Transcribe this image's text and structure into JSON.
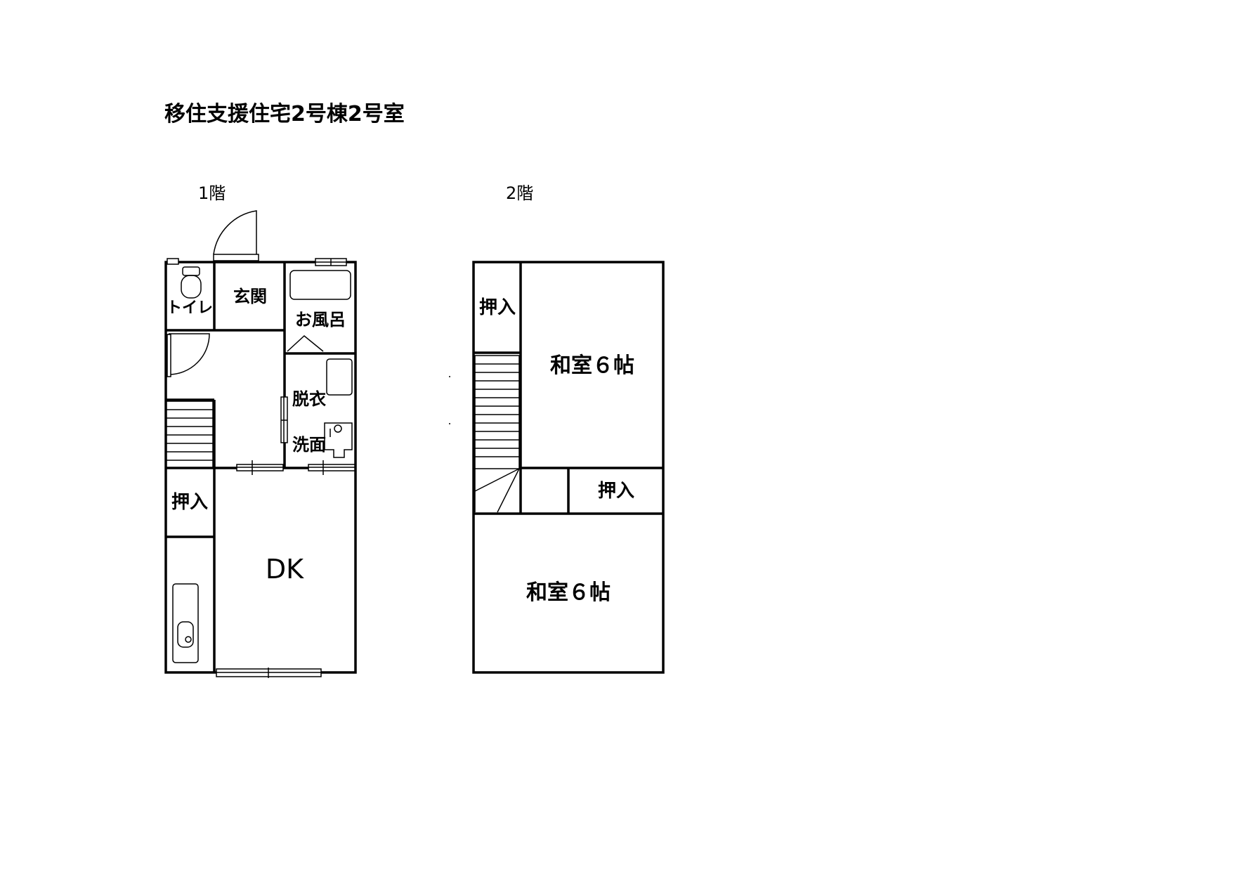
{
  "title": "移住支援住宅2号棟2号室",
  "floors": [
    {
      "label": "1階",
      "rooms": {
        "toilet": "トイレ",
        "entrance": "玄関",
        "bath": "お風呂",
        "dressing": "脱衣",
        "washroom": "洗面",
        "closet": "押入",
        "dk": "DK"
      }
    },
    {
      "label": "2階",
      "rooms": {
        "closet_upper": "押入",
        "closet_middle": "押入",
        "washitsu_upper": "和室６帖",
        "washitsu_lower": "和室６帖"
      }
    }
  ]
}
